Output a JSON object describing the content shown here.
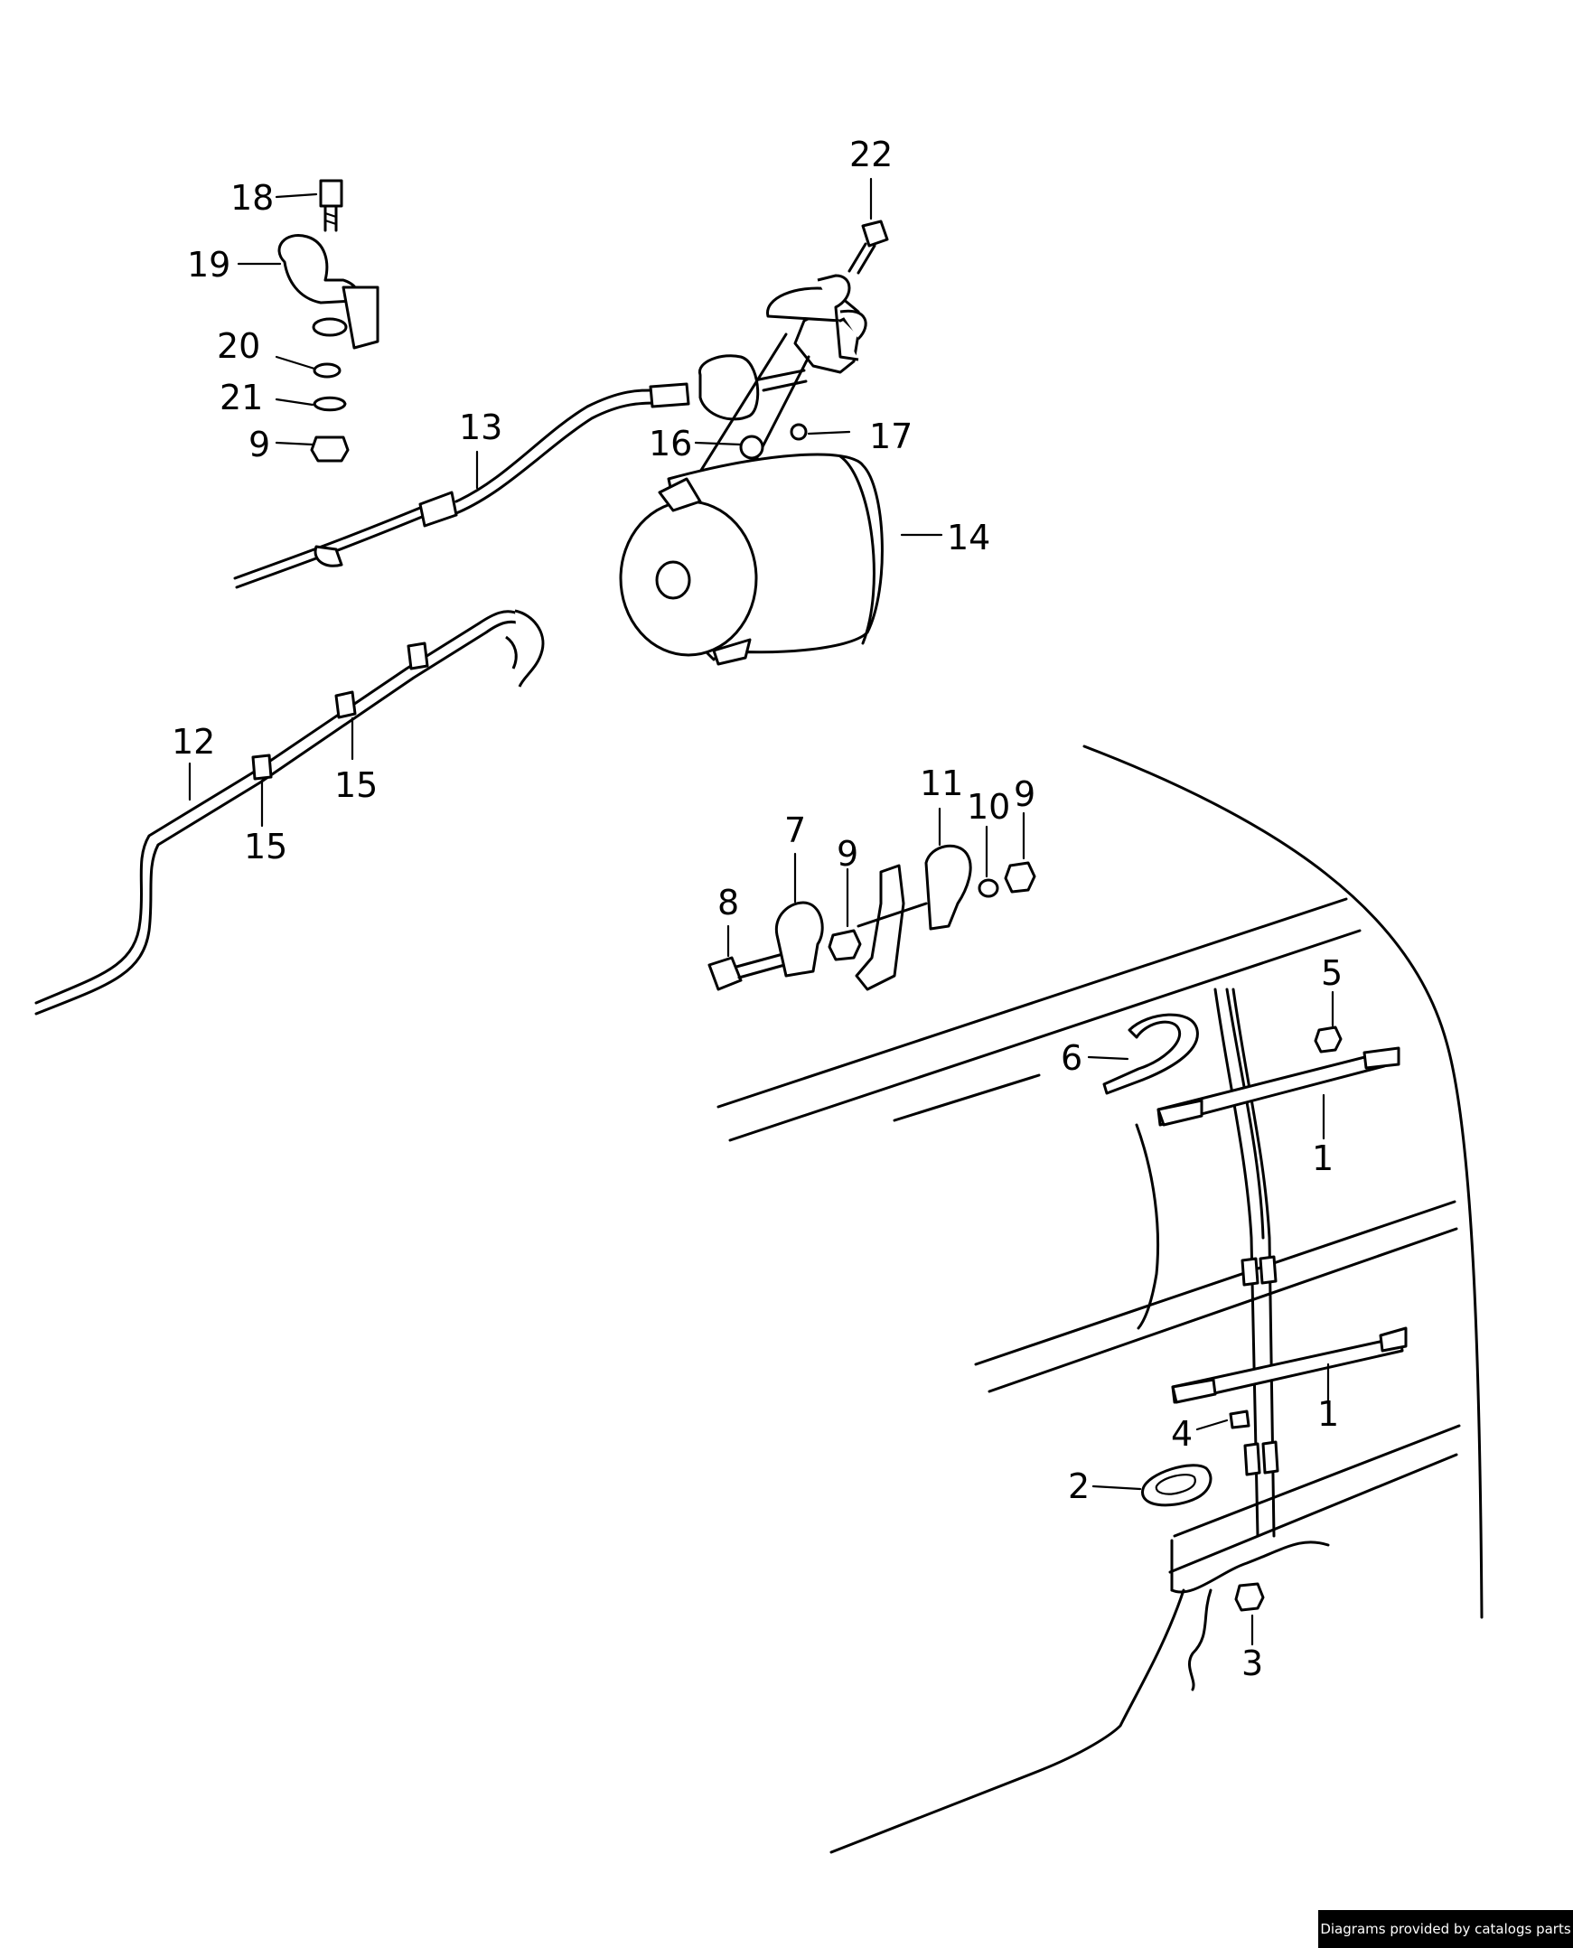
{
  "callouts": [
    {
      "id": "c18",
      "label": "18"
    },
    {
      "id": "c19",
      "label": "19"
    },
    {
      "id": "c20",
      "label": "20"
    },
    {
      "id": "c21",
      "label": "21"
    },
    {
      "id": "c9a",
      "label": "9"
    },
    {
      "id": "c13",
      "label": "13"
    },
    {
      "id": "c22",
      "label": "22"
    },
    {
      "id": "c16",
      "label": "16"
    },
    {
      "id": "c17",
      "label": "17"
    },
    {
      "id": "c14",
      "label": "14"
    },
    {
      "id": "c12",
      "label": "12"
    },
    {
      "id": "c15a",
      "label": "15"
    },
    {
      "id": "c15b",
      "label": "15"
    },
    {
      "id": "c7",
      "label": "7"
    },
    {
      "id": "c8",
      "label": "8"
    },
    {
      "id": "c9b",
      "label": "9"
    },
    {
      "id": "c11",
      "label": "11"
    },
    {
      "id": "c10",
      "label": "10"
    },
    {
      "id": "c9c",
      "label": "9"
    },
    {
      "id": "c5",
      "label": "5"
    },
    {
      "id": "c6",
      "label": "6"
    },
    {
      "id": "c1a",
      "label": "1"
    },
    {
      "id": "c1b",
      "label": "1"
    },
    {
      "id": "c4",
      "label": "4"
    },
    {
      "id": "c2",
      "label": "2"
    },
    {
      "id": "c3",
      "label": "3"
    }
  ],
  "credit": "Diagrams provided by catalogs parts"
}
